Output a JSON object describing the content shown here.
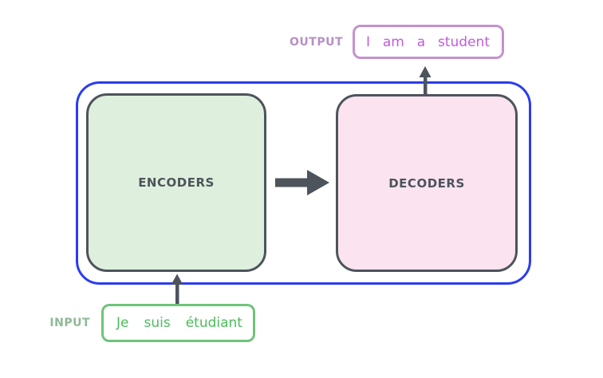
{
  "labels": {
    "output": "OUTPUT",
    "input": "INPUT",
    "encoders": "ENCODERS",
    "decoders": "DECODERS"
  },
  "output_tokens": [
    "I",
    "am",
    "a",
    "student"
  ],
  "input_tokens": [
    "Je",
    "suis",
    "étudiant"
  ],
  "colors": {
    "outer-blue": "#2b3cf0",
    "box-border": "#4d545c",
    "encoder-fill": "#def0dd",
    "decoder-fill": "#fbe3f0",
    "output-border": "#c591ce",
    "output-text": "#c25be0",
    "output-label": "#b78fc4",
    "input-border": "#6ec478",
    "input-text": "#4cbc5a",
    "input-label": "#8fb996",
    "arrow": "#4d545c"
  }
}
